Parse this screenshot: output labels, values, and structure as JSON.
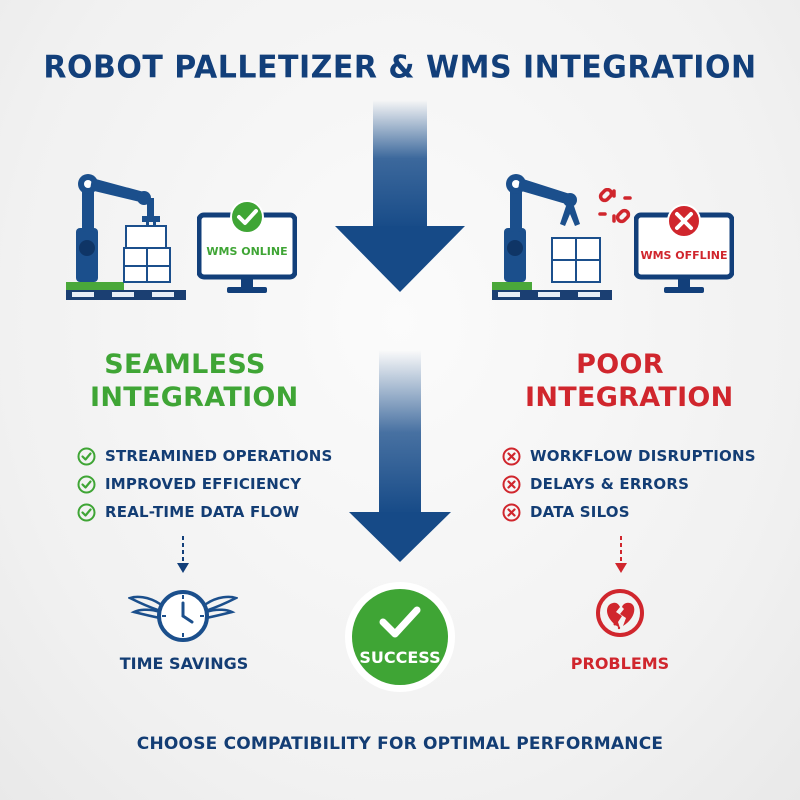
{
  "title": "ROBOT PALLETIZER & WMS INTEGRATION",
  "left": {
    "monitor_label": "WMS ONLINE",
    "heading_line1": "SEAMLESS",
    "heading_line2": "INTEGRATION",
    "items": [
      "STREAMINED OPERATIONS",
      "IMPROVED EFFICIENCY",
      "REAL-TIME DATA FLOW"
    ],
    "outcome": "TIME SAVINGS"
  },
  "right": {
    "monitor_label": "WMS OFFLINE",
    "heading_line1": "POOR",
    "heading_line2": "INTEGRATION",
    "items": [
      "WORKFLOW DISRUPTIONS",
      "DELAYS & ERRORS",
      "DATA SILOS"
    ],
    "outcome": "PROBLEMS"
  },
  "center": {
    "success_label": "SUCCESS"
  },
  "footer": "CHOOSE COMPATIBILITY FOR OPTIMAL PERFORMANCE",
  "colors": {
    "navy": "#123f7a",
    "green": "#3fa535",
    "red": "#d0262d"
  },
  "icons": [
    "robot-arm-icon",
    "monitor-check-icon",
    "monitor-x-icon",
    "broken-link-icon",
    "check-circle-icon",
    "x-circle-icon",
    "winged-clock-icon",
    "broken-heart-icon",
    "down-arrow-icon"
  ]
}
